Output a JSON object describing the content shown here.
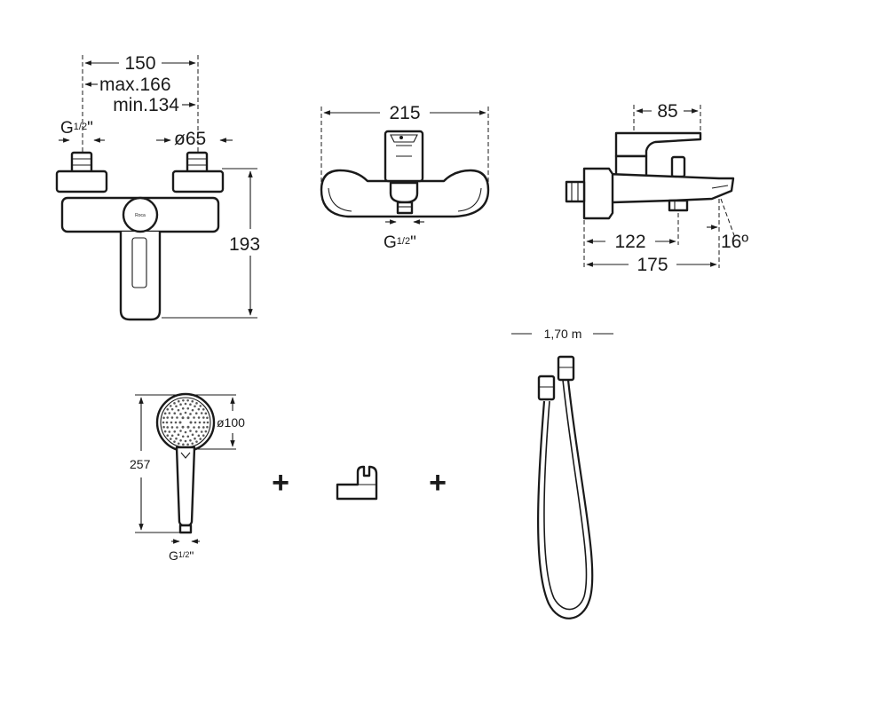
{
  "front_view": {
    "width": "150",
    "max_spacing": "max.166",
    "min_spacing": "min.134",
    "inlet_thread": "G",
    "inlet_thread_fraction": "1/2",
    "inlet_thread_mark": "\"",
    "eccentric_diameter": "ø65",
    "height": "193",
    "logo_text": "Roca"
  },
  "top_view": {
    "width": "215",
    "outlet_thread": "G",
    "outlet_thread_fraction": "1/2",
    "outlet_thread_mark": "\""
  },
  "side_view": {
    "handle_depth": "85",
    "outlet_distance": "122",
    "spout_depth": "175",
    "spout_angle": "16º"
  },
  "hand_shower": {
    "length": "257",
    "diameter": "ø100",
    "thread": "G",
    "thread_fraction": "1/2",
    "thread_mark": "\""
  },
  "plus_signs": [
    "+",
    "+"
  ],
  "hose": {
    "length": "1,70 m"
  }
}
